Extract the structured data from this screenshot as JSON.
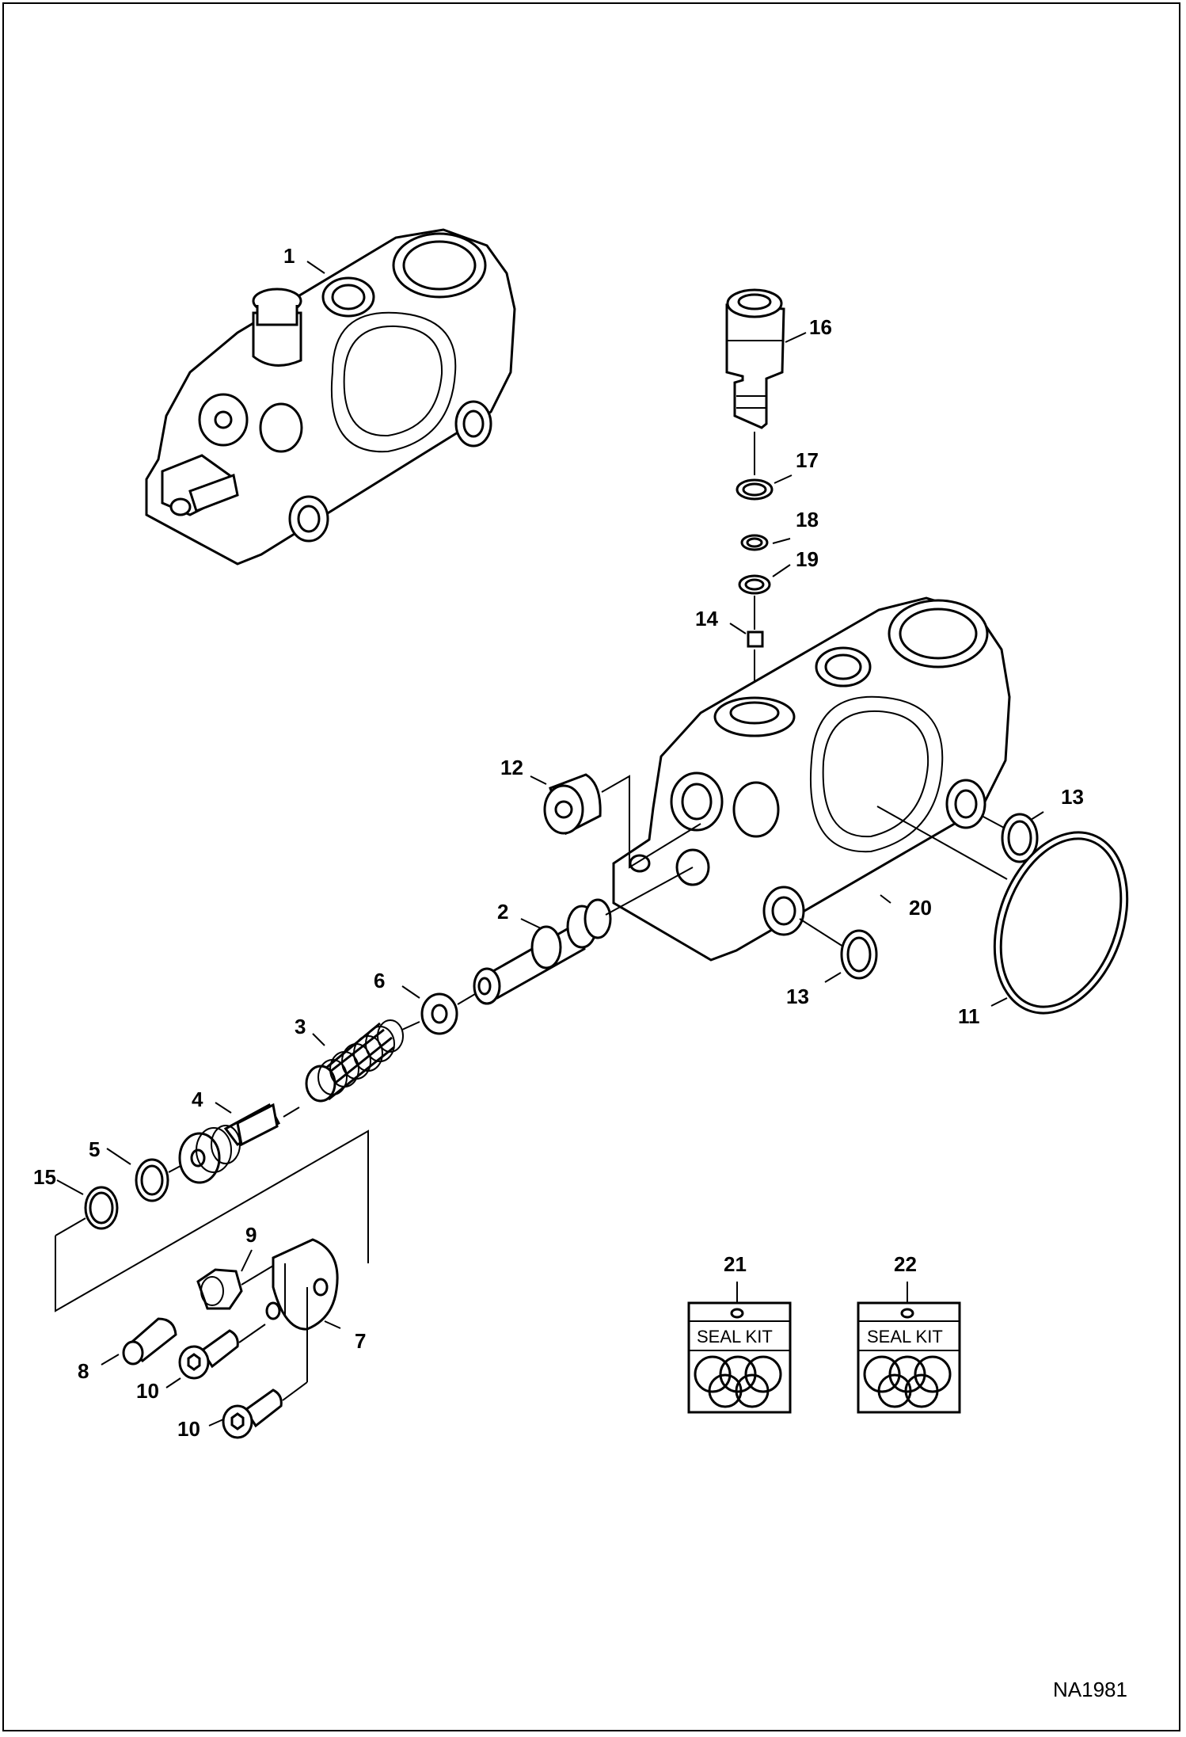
{
  "drawing": {
    "code": "NA1981",
    "callouts": [
      {
        "id": "c1",
        "label": "1"
      },
      {
        "id": "c2",
        "label": "2"
      },
      {
        "id": "c3",
        "label": "3"
      },
      {
        "id": "c4",
        "label": "4"
      },
      {
        "id": "c5",
        "label": "5"
      },
      {
        "id": "c6",
        "label": "6"
      },
      {
        "id": "c7",
        "label": "7"
      },
      {
        "id": "c8",
        "label": "8"
      },
      {
        "id": "c9",
        "label": "9"
      },
      {
        "id": "c10a",
        "label": "10"
      },
      {
        "id": "c10b",
        "label": "10"
      },
      {
        "id": "c11",
        "label": "11"
      },
      {
        "id": "c12",
        "label": "12"
      },
      {
        "id": "c13a",
        "label": "13"
      },
      {
        "id": "c13b",
        "label": "13"
      },
      {
        "id": "c14",
        "label": "14"
      },
      {
        "id": "c15",
        "label": "15"
      },
      {
        "id": "c16",
        "label": "16"
      },
      {
        "id": "c17",
        "label": "17"
      },
      {
        "id": "c18",
        "label": "18"
      },
      {
        "id": "c19",
        "label": "19"
      },
      {
        "id": "c20",
        "label": "20"
      },
      {
        "id": "c21",
        "label": "21"
      },
      {
        "id": "c22",
        "label": "22"
      }
    ],
    "seal_kits": [
      {
        "label": "SEAL KIT"
      },
      {
        "label": "SEAL KIT"
      }
    ]
  }
}
